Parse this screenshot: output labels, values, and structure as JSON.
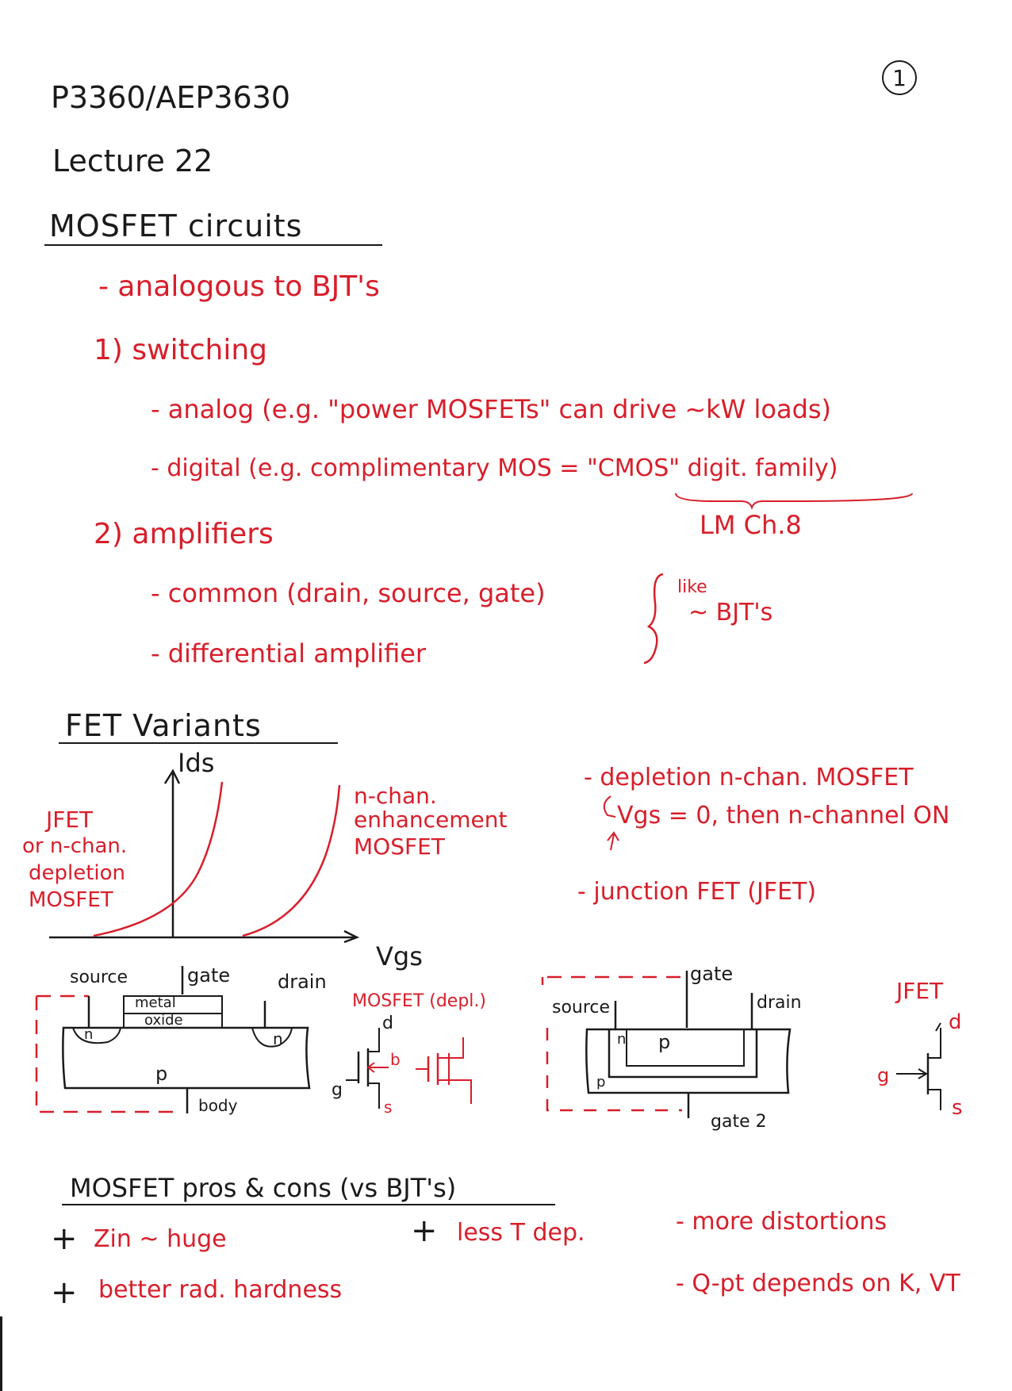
{
  "header": {
    "course": "P3360/AEP3630",
    "lecture": "Lecture 22",
    "page_number": "1"
  },
  "mosfet_circuits": {
    "heading": "MOSFET circuits",
    "analogous": "- analogous to BJT's",
    "switching": "1) switching",
    "analog": "- analog (e.g. \"power MOSFETs\" can drive ~kW loads)",
    "digital_pre": "- digital (e.g. complimentary MOS = ",
    "cmos": "\"CMOS\" digit. family",
    "digital_post": ")",
    "ref": "LM Ch.8",
    "amplifiers": "2) amplifiers",
    "common": "- common (drain, source, gate)",
    "differential": "- differential amplifier",
    "like_1": "like",
    "like_2": "~ BJT's"
  },
  "fet_variants": {
    "heading": "FET Variants",
    "y_axis": "Ids",
    "x_axis": "Vgs",
    "left_curve_label": [
      "JFET",
      "or n-chan.",
      "depletion",
      "MOSFET"
    ],
    "right_curve_label": [
      "n-chan.",
      "enhancement",
      "MOSFET"
    ],
    "notes": {
      "depletion": "- depletion n-chan. MOSFET",
      "vgs_zero": "Vgs = 0, then n-channel ON",
      "jfet": "- junction FET (JFET)"
    }
  },
  "mosfet_diagram": {
    "source": "source",
    "gate": "gate",
    "drain": "drain",
    "metal": "metal",
    "oxide": "oxide",
    "n_left": "n",
    "n_right": "n",
    "p": "p",
    "body": "body",
    "symbol_title": "MOSFET (depl.)",
    "sym_d": "d",
    "sym_b": "b",
    "sym_g": "g",
    "sym_s": "s"
  },
  "jfet_diagram": {
    "gate": "gate",
    "source": "source",
    "drain": "drain",
    "n": "n",
    "p_inner": "p",
    "p_outer": "p",
    "gate2": "gate 2",
    "symbol_title": "JFET",
    "sym_d": "d",
    "sym_g": "g",
    "sym_s": "s"
  },
  "pros_cons": {
    "heading": "MOSFET pros & cons (vs BJT's)",
    "pro_zin": "Zin ~ huge",
    "pro_temp": "less T dep.",
    "pro_rad": "better rad. hardness",
    "con_dist": "- more distortions",
    "con_qpt": "- Q-pt depends on K, VT"
  },
  "colors": {
    "ink": "#1a1a1a",
    "red_ink": "#d81e2a"
  }
}
